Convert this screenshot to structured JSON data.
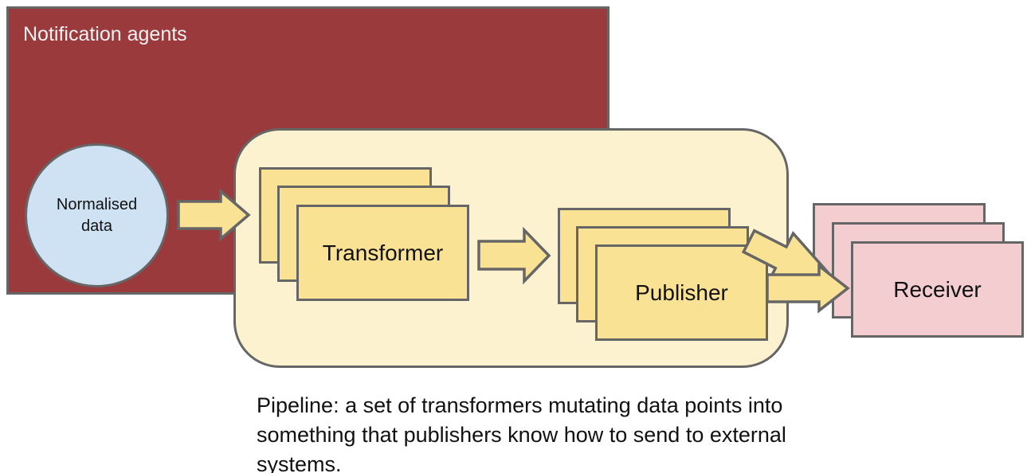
{
  "colors": {
    "dark_red": "#9a3a3c",
    "cream": "#fdf2d0",
    "yellow": "#fae295",
    "pink": "#f3cdcf",
    "light_blue": "#cfe2f3",
    "border_gray": "#666666"
  },
  "nodes": {
    "notification_agents": "Notification agents",
    "normalised_data": "Normalised\ndata",
    "transformer": "Transformer",
    "publisher": "Publisher",
    "receiver": "Receiver"
  },
  "icons": {
    "flow_arrow": "right-arrow"
  },
  "caption": "Pipeline: a set of transformers mutating data points into something that publishers know how to send to external systems."
}
